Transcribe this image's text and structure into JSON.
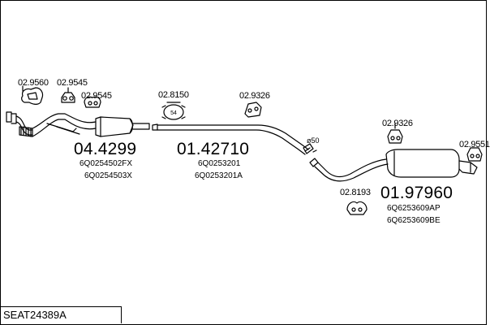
{
  "diagram": {
    "title": "SEAT24389A",
    "parts": [
      {
        "id": "front_pipe",
        "number": "04.4299",
        "oem": [
          "6Q0254502FX",
          "6Q0254503X"
        ]
      },
      {
        "id": "middle_pipe",
        "number": "01.42710",
        "oem": [
          "6Q0253201",
          "6Q0253201A"
        ]
      },
      {
        "id": "rear_silencer",
        "number": "01.97960",
        "oem": [
          "6Q6253609AP",
          "6Q6253609BE"
        ]
      }
    ],
    "accessories": [
      {
        "id": "gasket",
        "number": "02.9560"
      },
      {
        "id": "hanger_front_a",
        "number": "02.9545"
      },
      {
        "id": "hanger_front_b",
        "number": "02.9545"
      },
      {
        "id": "clamp",
        "number": "02.8150",
        "size": "54"
      },
      {
        "id": "hanger_middle",
        "number": "02.9326"
      },
      {
        "id": "hanger_rear_a",
        "number": "02.9326"
      },
      {
        "id": "hanger_rear_b",
        "number": "02.8193"
      },
      {
        "id": "hanger_tail",
        "number": "02.9551"
      }
    ],
    "pipe_diameter": "ø50"
  },
  "colors": {
    "line": "#000000",
    "background": "#ffffff"
  }
}
